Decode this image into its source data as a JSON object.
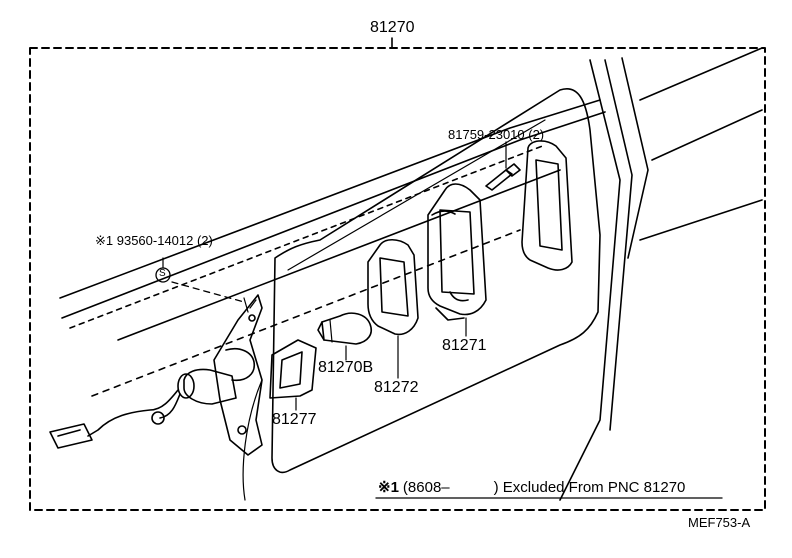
{
  "labels": {
    "assembly": "81270",
    "screw": "81759-23010 (2)",
    "screw_s": "※1 93560-14012 (2)",
    "s_mark": "S",
    "bulb": "81270B",
    "lens_gasket": "81272",
    "lens": "81271",
    "bracket": "81277"
  },
  "note": {
    "prefix": "※1",
    "date": "(8608–",
    "text": ") Excluded From PNC 81270"
  },
  "code": "MEF753-A"
}
